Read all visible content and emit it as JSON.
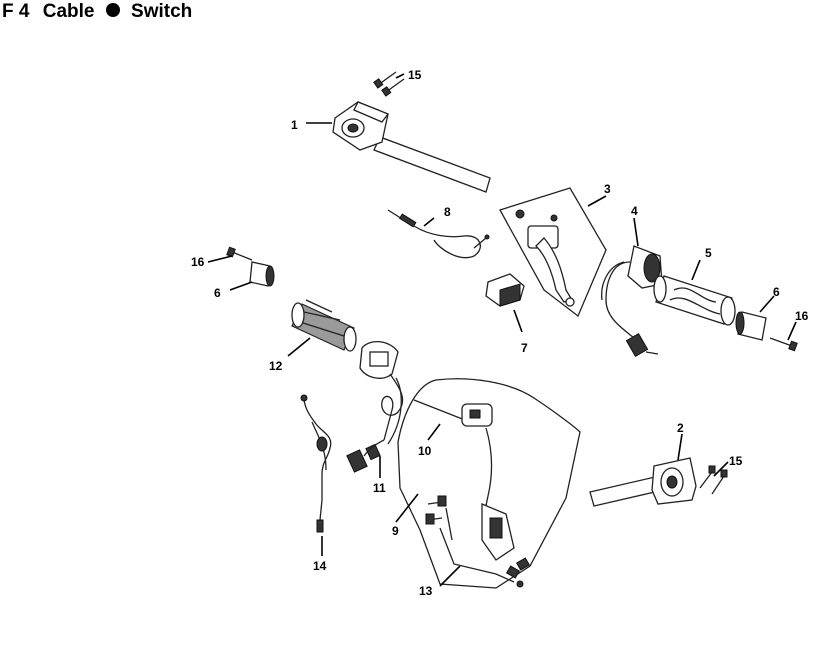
{
  "title": {
    "code": "F 4",
    "left": "Cable",
    "right": "Switch"
  },
  "callouts": {
    "c1": "1",
    "c2": "2",
    "c3": "3",
    "c4": "4",
    "c5": "5",
    "c6a": "6",
    "c6b": "6",
    "c7": "7",
    "c8": "8",
    "c9": "9",
    "c10": "10",
    "c11": "11",
    "c12": "12",
    "c13": "13",
    "c14": "14",
    "c15a": "15",
    "c15b": "15",
    "c16a": "16",
    "c16b": "16"
  }
}
